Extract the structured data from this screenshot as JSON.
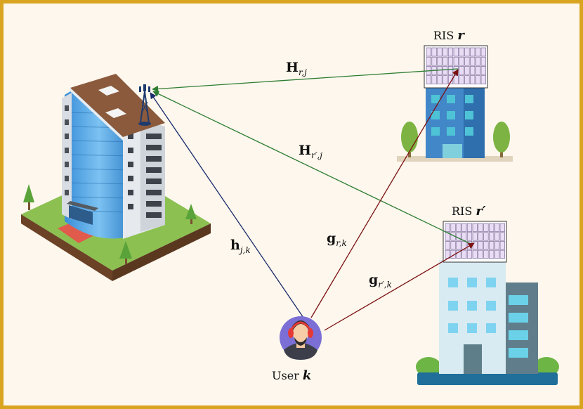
{
  "labels": {
    "ris_r_prefix": "RIS",
    "ris_r_var": "r",
    "ris_rp_prefix": "RIS",
    "ris_rp_var": "r′",
    "user_prefix": "User",
    "user_var": "k",
    "H_r_j_main": "H",
    "H_r_j_sub": "r,j",
    "H_rp_j_main": "H",
    "H_rp_j_sub": "r′,j",
    "h_j_k_main": "h",
    "h_j_k_sub": "j,k",
    "g_r_k_main": "g",
    "g_r_k_sub": "r,k",
    "g_rp_k_main": "g",
    "g_rp_k_sub": "r′,k"
  },
  "colors": {
    "border": "#d9a521",
    "background": "#fdf7ed",
    "link_bs_ris": "#2e7d32",
    "link_user_bs": "#1a2a6c",
    "link_user_ris": "#7a1010"
  }
}
